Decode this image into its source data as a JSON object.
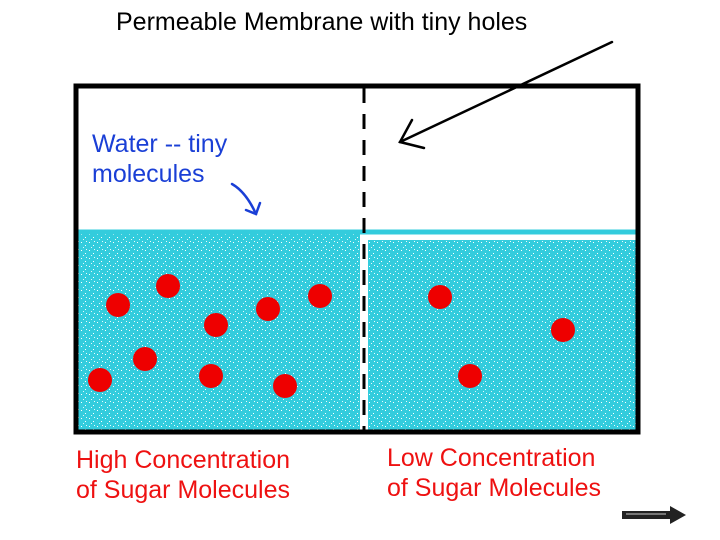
{
  "labels": {
    "title": "Permeable Membrane with tiny holes",
    "water_line1": "Water -- tiny",
    "water_line2": "molecules",
    "high_line1": "High Concentration",
    "high_line2": "of Sugar Molecules",
    "low_line1": "Low Concentration",
    "low_line2": "of Sugar Molecules"
  },
  "colors": {
    "water": "#33ccdd",
    "sugar": "#ee0000",
    "outline": "#000000",
    "water_text": "#1a3fd6",
    "high_text": "#ee1111",
    "low_text": "#ee1111"
  },
  "molecule_counts": {
    "high_side": 9,
    "low_side": 3
  },
  "icons": {
    "next": "right-arrow-icon"
  }
}
